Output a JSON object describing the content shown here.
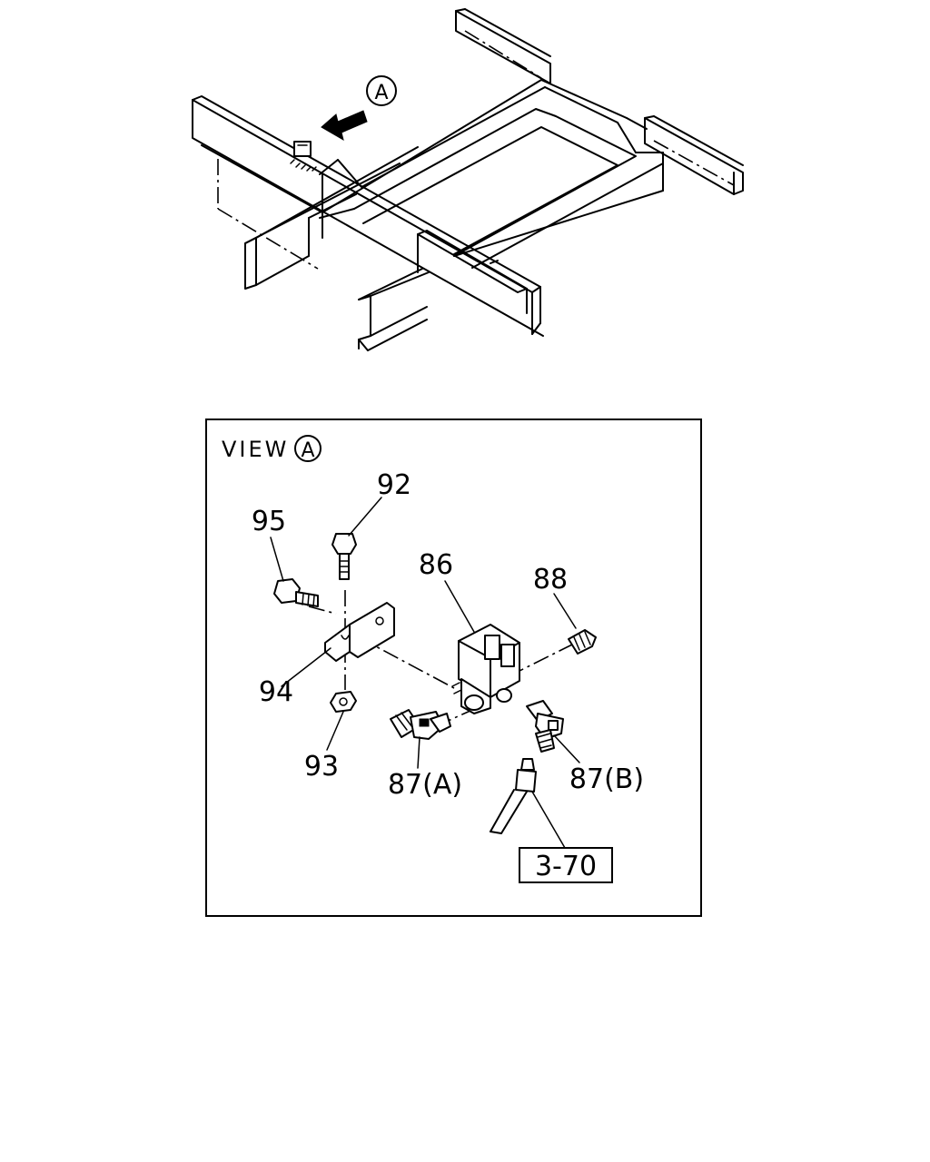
{
  "overview": {
    "view_marker": "A"
  },
  "detail_view": {
    "title_prefix": "VIEW",
    "title_marker": "A",
    "reference_box": "3-70"
  },
  "callouts": {
    "c92": "92",
    "c95": "95",
    "c86": "86",
    "c88": "88",
    "c94": "94",
    "c93": "93",
    "c87a": "87(A)",
    "c87b": "87(B)"
  }
}
